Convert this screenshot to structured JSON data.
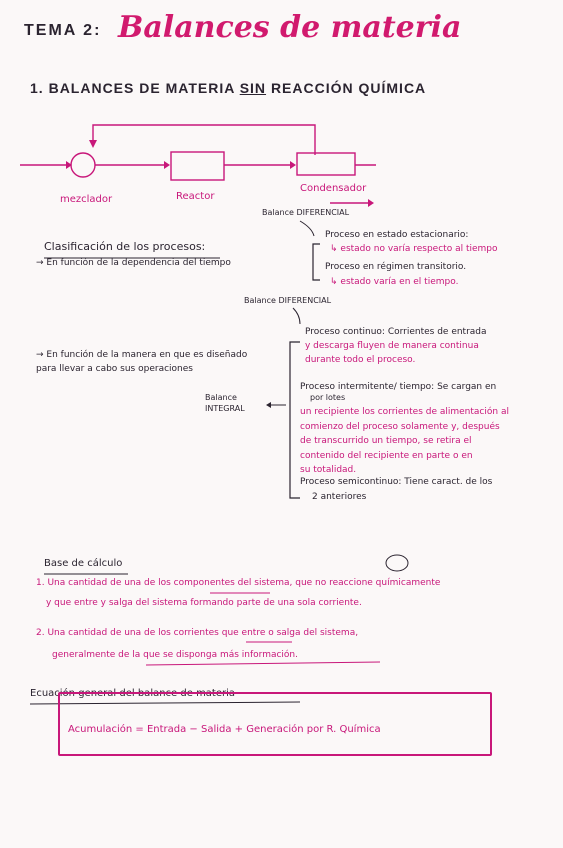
{
  "title": {
    "tema": "TEMA 2:",
    "main": "Balances de materia"
  },
  "section1": {
    "number": "1.",
    "pre": "BALANCES DE MATERIA",
    "sin": "SIN",
    "post": "REACCIÓN QUÍMICA"
  },
  "diagram": {
    "mezclador": "mezclador",
    "reactor": "Reactor",
    "condensador": "Condensador"
  },
  "clasificacion": {
    "heading": "Clasificación de los procesos:",
    "balance_dif_1": "Balance DIFERENCIAL",
    "tiempo_label": "→ En función de la dependencia del tiempo",
    "estacionario": "Proceso en estado estacionario:",
    "estacionario_desc": "↳ estado no varía respecto al tiempo",
    "transitorio": "Proceso en régimen transitorio.",
    "transitorio_desc": "↳ estado varía en el tiempo.",
    "balance_dif_2": "Balance DIFERENCIAL",
    "manera_label": "→ En función de la manera en que es diseñado para llevar a cabo sus operaciones",
    "balance_integral": "Balance INTEGRAL",
    "continuo": "Proceso continuo: Corrientes de entrada",
    "continuo_2": "y descarga fluyen de manera continua",
    "continuo_3": "durante todo el proceso.",
    "intermitente_1": "Proceso intermitente/ tiempo: Se cargan en",
    "intermitente_lotes": "por lotes",
    "intermitente_2": "un recipiente los corrientes de alimentación al",
    "intermitente_3": "comienzo del proceso solamente y, después",
    "intermitente_4": "de transcurrido un tiempo, se retira el",
    "intermitente_5": "contenido del recipiente en parte o en",
    "intermitente_6": "su totalidad.",
    "semicontinuo": "Proceso semicontinuo: Tiene caract. de los",
    "semicontinuo_2": "2 anteriores"
  },
  "base": {
    "heading": "Base de cálculo",
    "item1a": "1. Una cantidad de una de los componentes del sistema, que no reaccione químicamente",
    "item1b": "y que entre y salga del sistema formando parte de una sola corriente.",
    "item2a": "2. Una cantidad de una de los corrientes que entre o salga del sistema,",
    "item2b": "generalmente de la que se disponga más información."
  },
  "ecuacion": {
    "heading": "Ecuación general del balance de materia",
    "formula": "Acumulación = Entrada − Salida + Generación por R. Química"
  },
  "colors": {
    "pink": "#c8177a",
    "ink": "#2b2430",
    "paper": "#fbf8f8"
  }
}
